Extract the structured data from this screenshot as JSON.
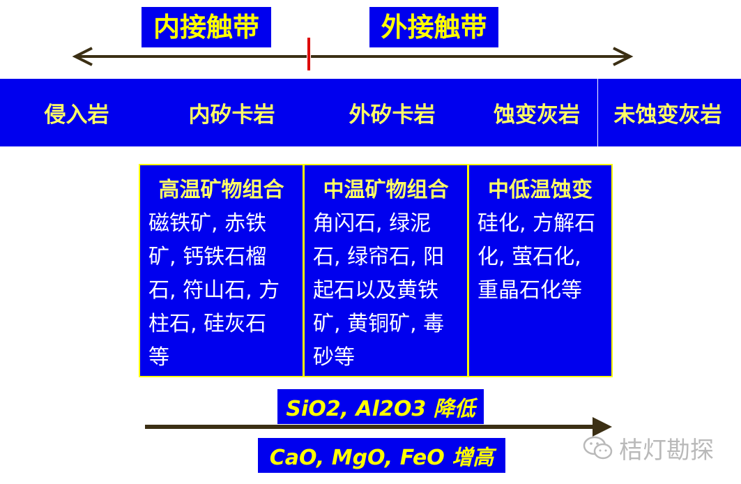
{
  "contact_labels": {
    "inner": "内接触带",
    "outer": "外接触带"
  },
  "zones": [
    "侵入岩",
    "内矽卡岩",
    "外矽卡岩",
    "蚀变灰岩",
    "未蚀变灰岩"
  ],
  "assemblages": [
    {
      "title": "高温矿物组合",
      "minerals": [
        "磁铁矿, 赤铁",
        "矿, 钙铁石榴",
        "石, 符山石, 方",
        "柱石, 硅灰石",
        "等"
      ]
    },
    {
      "title": "中温矿物组合",
      "minerals": [
        "角闪石, 绿泥",
        "石, 绿帘石, 阳",
        "起石以及黄铁",
        "矿, 黄铜矿, 毒",
        "砂等"
      ]
    },
    {
      "title": "中低温蚀变",
      "minerals": [
        "硅化, 方解石",
        "化, 萤石化,",
        "重晶石化等"
      ]
    }
  ],
  "trends": {
    "decrease": "SiO2, Al2O3  降低",
    "increase": "CaO, MgO, FeO  增高"
  },
  "watermark": "桔灯勘探",
  "colors": {
    "box_blue": "#0000ee",
    "label_yellow": "#ffff00",
    "arrow_brown": "#3b2f14",
    "divider_red": "#dd0000"
  }
}
